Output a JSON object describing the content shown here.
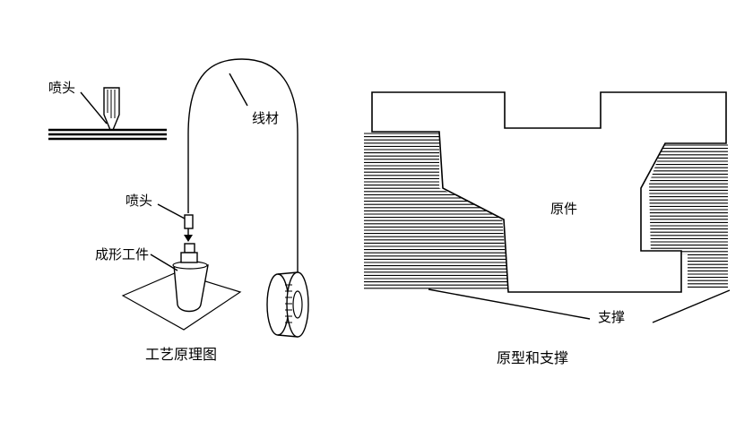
{
  "left_panel": {
    "nozzle_label_top": "喷头",
    "filament_label": "线材",
    "nozzle_label_mid": "喷头",
    "part_label": "成形工件",
    "caption": "工艺原理图"
  },
  "right_panel": {
    "part_label": "原件",
    "support_label": "支撑",
    "caption": "原型和支撑"
  }
}
